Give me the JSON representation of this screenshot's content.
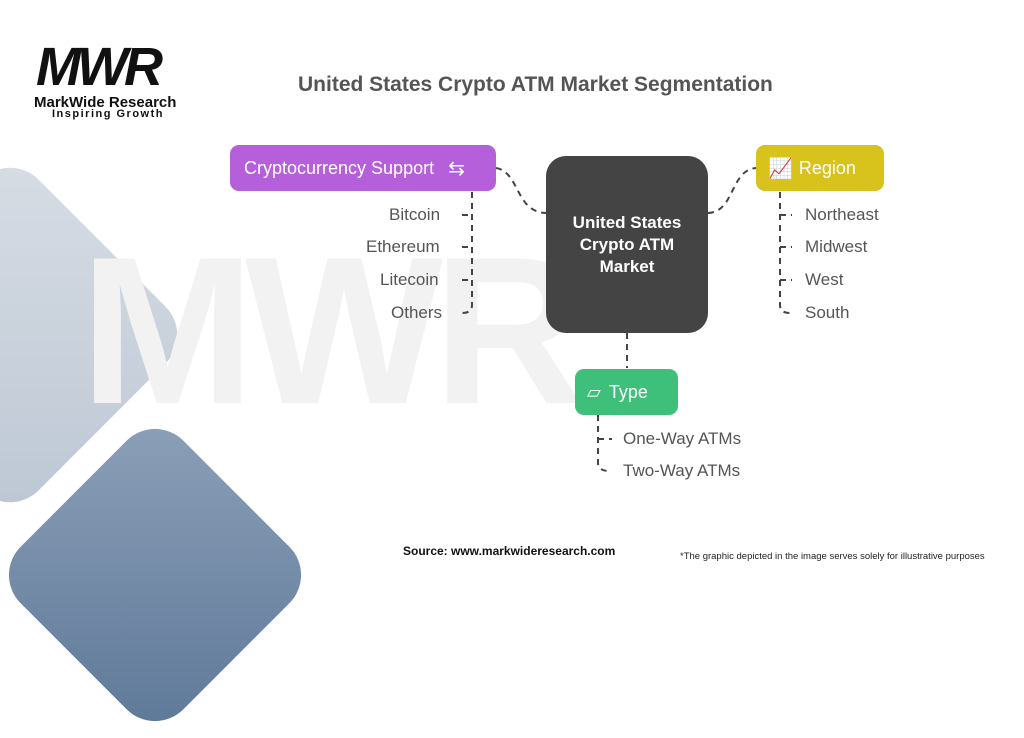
{
  "logo": {
    "mark": "MWR",
    "name": "MarkWide Research",
    "tagline": "Inspiring Growth"
  },
  "title": "United States Crypto ATM Market Segmentation",
  "watermark": "MWR",
  "center": {
    "label": "United States Crypto ATM Market"
  },
  "segments": {
    "crypto": {
      "label": "Cryptocurrency Support",
      "icon": "currency-exchange-icon",
      "color": "#b55fdb",
      "items": [
        "Bitcoin",
        "Ethereum",
        "Litecoin",
        "Others"
      ]
    },
    "region": {
      "label": "Region",
      "icon": "chart-question-icon",
      "color": "#d8c21c",
      "items": [
        "Northeast",
        "Midwest",
        "West",
        "South"
      ]
    },
    "type": {
      "label": "Type",
      "icon": "atm-card-icon",
      "color": "#3ebf7a",
      "items": [
        "One-Way ATMs",
        "Two-Way ATMs"
      ]
    }
  },
  "footer": {
    "source": "Source: www.markwideresearch.com",
    "note": "*The graphic depicted in the image serves solely for illustrative purposes"
  }
}
